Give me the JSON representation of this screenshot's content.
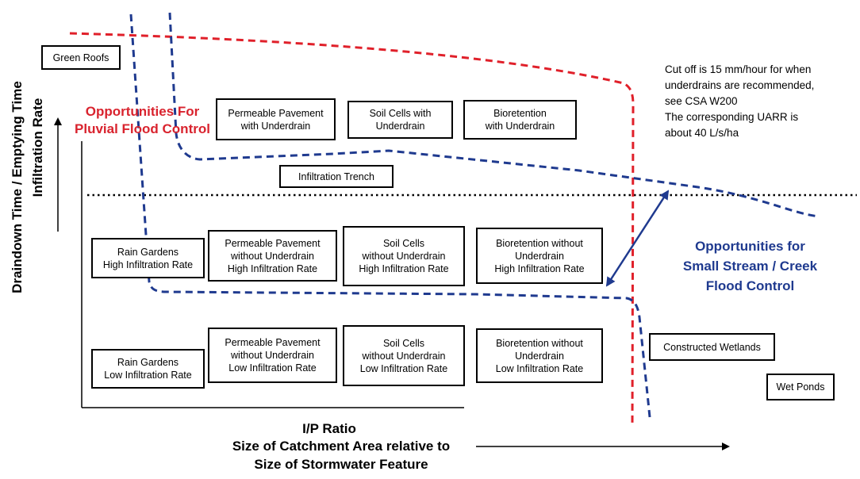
{
  "axes": {
    "y_label_line1": "Draindown Time / Emptying Time",
    "y_label_line2": "Infiltration Rate",
    "x_label_line1": "I/P Ratio",
    "x_label_line2": "Size of Catchment Area relative to",
    "x_label_line3": "Size of Stormwater Feature"
  },
  "regions": {
    "pluvial": "Opportunities For\nPluvial Flood Control",
    "creek": "Opportunities for\nSmall Stream / Creek\nFlood Control"
  },
  "note": "Cut off is 15 mm/hour for when\nunderdrains are recommended,\nsee CSA W200\nThe corresponding UARR is\nabout 40 L/s/ha",
  "boxes": {
    "green_roofs": "Green Roofs",
    "pp_underdrain": "Permeable Pavement\nwith Underdrain",
    "soil_underdrain": "Soil Cells with\nUnderdrain",
    "bio_underdrain": "Bioretention\nwith Underdrain",
    "infiltration_trench": "Infiltration Trench",
    "rain_high": "Rain Gardens\nHigh Infiltration Rate",
    "pp_high": "Permeable Pavement\nwithout Underdrain\nHigh Infiltration Rate",
    "soil_high": "Soil Cells\nwithout Underdrain\nHigh Infiltration Rate",
    "bio_high": "Bioretention without\nUnderdrain\nHigh Infiltration Rate",
    "rain_low": "Rain Gardens\nLow Infiltration Rate",
    "pp_low": "Permeable Pavement\nwithout Underdrain\nLow Infiltration Rate",
    "soil_low": "Soil Cells\nwithout Underdrain\nLow Infiltration Rate",
    "bio_low": "Bioretention without\nUnderdrain\nLow Infiltration Rate",
    "wetlands": "Constructed Wetlands",
    "wet_ponds": "Wet Ponds"
  },
  "colors": {
    "red_boundary": "#e0202a",
    "blue_boundary": "#1f3a8f",
    "black": "#000000"
  }
}
